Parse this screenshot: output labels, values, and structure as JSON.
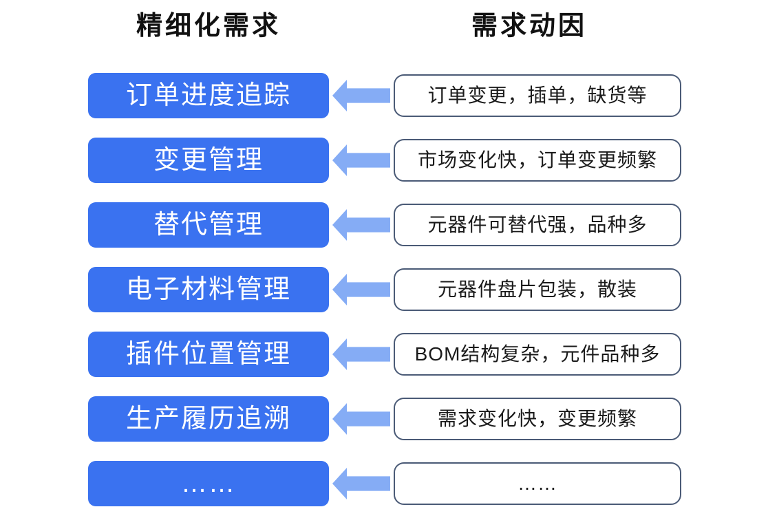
{
  "diagram": {
    "left_header": "精细化需求",
    "right_header": "需求动因",
    "rows": [
      {
        "requirement": "订单进度追踪",
        "driver": "订单变更，插单，缺货等"
      },
      {
        "requirement": "变更管理",
        "driver": "市场变化快，订单变更频繁"
      },
      {
        "requirement": "替代管理",
        "driver": "元器件可替代强，品种多"
      },
      {
        "requirement": "电子材料管理",
        "driver": "元器件盘片包装，散装"
      },
      {
        "requirement": "插件位置管理",
        "driver": "BOM结构复杂，元件品种多"
      },
      {
        "requirement": "生产履历追溯",
        "driver": "需求变化快，变更频繁"
      },
      {
        "requirement": "……",
        "driver": "……"
      }
    ],
    "colors": {
      "requirement_fill": "#3A72F0",
      "requirement_text": "#FFFFFF",
      "arrow": "#85ACF5",
      "driver_border": "#4A5A76",
      "driver_text": "#1A1A1A",
      "background": "#FFFFFF"
    }
  }
}
